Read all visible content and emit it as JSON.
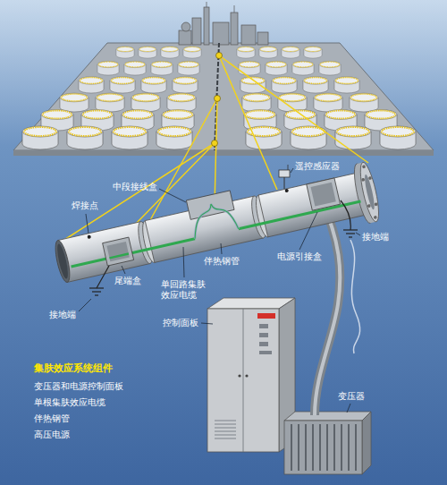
{
  "diagram": {
    "labels": [
      "遥控感应器",
      "中段接线盒",
      "焊接点",
      "伴热钢管",
      "电源引接盒",
      "接地端",
      "尾端盒",
      "单回路集肤 效应电缆",
      "接地端",
      "控制面板",
      "集肤效应系统组件",
      "变压器和电源控制面板",
      "单根集肤效应电缆",
      "伴热钢管",
      "高压电源",
      "变压器"
    ]
  }
}
